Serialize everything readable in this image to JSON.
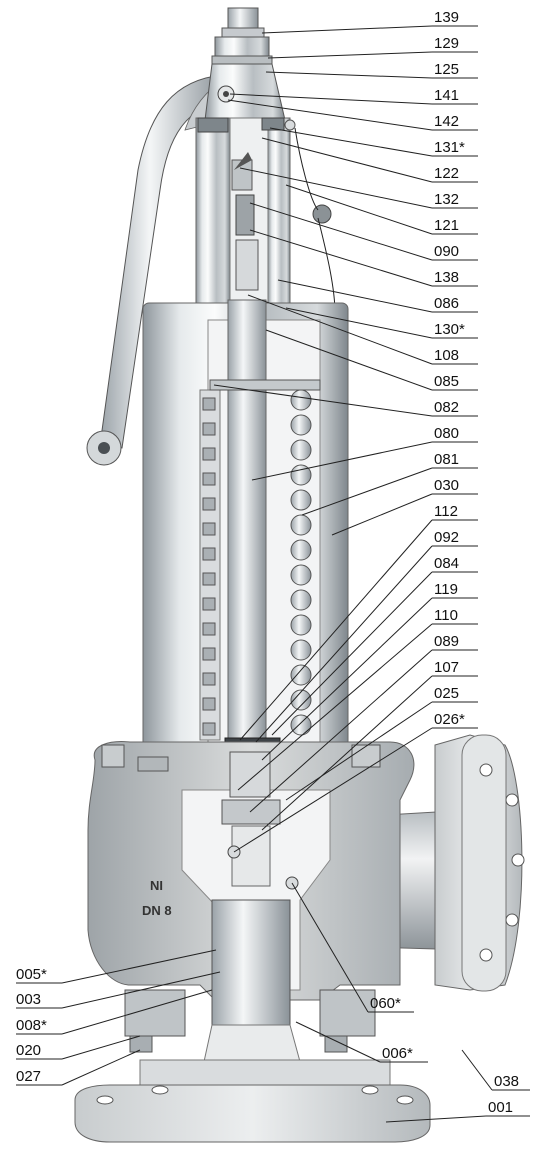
{
  "diagram": {
    "right_labels": [
      "139",
      "129",
      "125",
      "141",
      "142",
      "131*",
      "122",
      "132",
      "121",
      "090",
      "138",
      "086",
      "130*",
      "108",
      "085",
      "082",
      "080",
      "081",
      "030",
      "112",
      "092",
      "084",
      "119",
      "110",
      "089",
      "107",
      "025",
      "026*"
    ],
    "left_labels": [
      "005*",
      "003",
      "008*",
      "020",
      "027"
    ],
    "right_bottom_labels": [
      "060*",
      "006*",
      "038",
      "001"
    ],
    "body_text": [
      "NI",
      "DN 8"
    ]
  }
}
